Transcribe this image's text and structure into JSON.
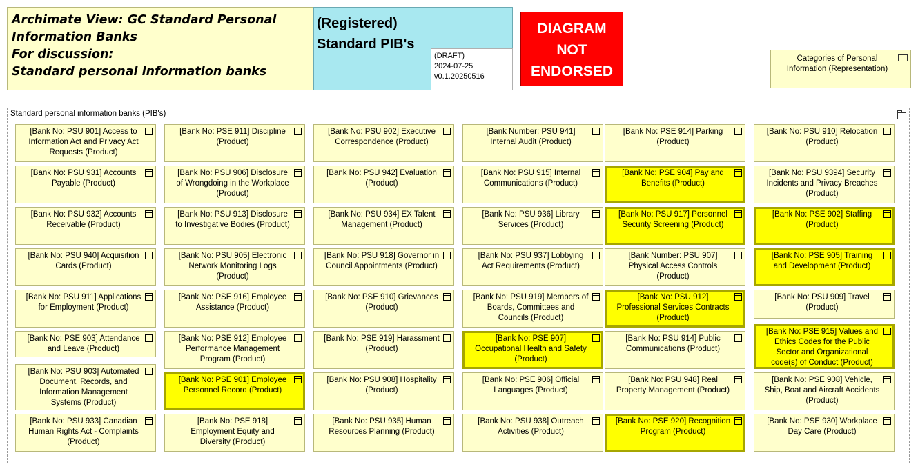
{
  "header": {
    "title_lines": [
      "Archimate View: GC Standard Personal",
      "Information Banks",
      "For discussion:",
      "Standard personal information banks"
    ],
    "registered_lines": [
      "(Registered)",
      "Standard PIB's"
    ],
    "draft_lines": [
      "(DRAFT)",
      "2024-07-25",
      "v0.1.20250516"
    ],
    "not_endorsed_lines": [
      "DIAGRAM",
      "NOT",
      "ENDORSED"
    ],
    "categories_label": "Categories of Personal Information (Representation)"
  },
  "group": {
    "label": "Standard personal information banks (PIB's)"
  },
  "columns": [
    [
      {
        "text": "[Bank No: PSU 901] Access to Information Act and Privacy Act Requests (Product)",
        "highlight": false
      },
      {
        "text": "[Bank No: PSU 931] Accounts Payable (Product)",
        "highlight": false
      },
      {
        "text": "[Bank No: PSU 932] Accounts Receivable (Product)",
        "highlight": false
      },
      {
        "text": "[Bank No: PSU 940] Acquisition Cards (Product)",
        "highlight": false
      },
      {
        "text": "[Bank No: PSU 911] Applications for Employment (Product)",
        "highlight": false
      },
      {
        "text": "[Bank No: PSE 903] Attendance and Leave (Product)",
        "highlight": false
      },
      {
        "text": "[Bank No: PSU 903] Automated Document, Records, and Information Management Systems (Product)",
        "highlight": false
      },
      {
        "text": "[Bank No: PSU 933] Canadian Human Rights Act - Complaints (Product)",
        "highlight": false
      }
    ],
    [
      {
        "text": "[Bank No: PSE 911] Discipline (Product)",
        "highlight": false
      },
      {
        "text": "[Bank No: PSU 906] Disclosure of Wrongdoing in the Workplace (Product)",
        "highlight": false
      },
      {
        "text": "[Bank No: PSU 913] Disclosure to Investigative Bodies (Product)",
        "highlight": false
      },
      {
        "text": "[Bank No: PSU 905] Electronic Network Monitoring Logs (Product)",
        "highlight": false
      },
      {
        "text": "[Bank No: PSE 916] Employee Assistance (Product)",
        "highlight": false
      },
      {
        "text": "[Bank No: PSE 912] Employee Performance Management Program (Product)",
        "highlight": false
      },
      {
        "text": "[Bank No: PSE 901] Employee Personnel Record (Product)",
        "highlight": true
      },
      {
        "text": "[Bank No: PSE 918] Employment Equity and Diversity (Product)",
        "highlight": false
      }
    ],
    [
      {
        "text": "[Bank No: PSU 902] Executive Correspondence (Product)",
        "highlight": false
      },
      {
        "text": "[Bank No: PSU 942] Evaluation (Product)",
        "highlight": false
      },
      {
        "text": "[Bank No: PSU 934] EX Talent Management (Product)",
        "highlight": false
      },
      {
        "text": "[Bank No: PSU 918] Governor in Council Appointments (Product)",
        "highlight": false
      },
      {
        "text": "[Bank No: PSE 910] Grievances (Product)",
        "highlight": false
      },
      {
        "text": "[Bank No: PSE 919] Harassment (Product)",
        "highlight": false
      },
      {
        "text": "[Bank No: PSU 908] Hospitality (Product)",
        "highlight": false
      },
      {
        "text": "[Bank No: PSU 935] Human Resources Planning (Product)",
        "highlight": false
      }
    ],
    [
      {
        "text": "[Bank Number: PSU 941] Internal Audit (Product)",
        "highlight": false
      },
      {
        "text": "[Bank No: PSU 915] Internal Communications (Product)",
        "highlight": false
      },
      {
        "text": "[Bank No: PSU 936] Library Services (Product)",
        "highlight": false
      },
      {
        "text": "[Bank No: PSU 937] Lobbying Act Requirements (Product)",
        "highlight": false
      },
      {
        "text": "[Bank No: PSU 919] Members of Boards, Committees and Councils (Product)",
        "highlight": false
      },
      {
        "text": "[Bank No: PSE 907] Occupational Health and Safety (Product)",
        "highlight": true
      },
      {
        "text": "[Bank No: PSE 906] Official Languages (Product)",
        "highlight": false
      },
      {
        "text": "[Bank No: PSU 938] Outreach Activities (Product)",
        "highlight": false
      }
    ],
    [
      {
        "text": "[Bank No: PSE 914] Parking (Product)",
        "highlight": false
      },
      {
        "text": "[Bank No: PSE 904] Pay and Benefits (Product)",
        "highlight": true
      },
      {
        "text": "[Bank No: PSU 917] Personnel Security Screening (Product)",
        "highlight": true
      },
      {
        "text": "[Bank Number: PSU 907] Physical Access Controls (Product)",
        "highlight": false
      },
      {
        "text": "[Bank No: PSU 912] Professional Services Contracts (Product)",
        "highlight": true
      },
      {
        "text": "[Bank No: PSU 914] Public Communications (Product)",
        "highlight": false
      },
      {
        "text": "[Bank No: PSU 948] Real Property Management (Product)",
        "highlight": false
      },
      {
        "text": "[Bank No: PSE 920] Recognition Program (Product)",
        "highlight": true
      }
    ],
    [
      {
        "text": "[Bank No: PSU 910] Relocation (Product)",
        "highlight": false
      },
      {
        "text": "[Bank No: PSU 9394] Security Incidents and Privacy Breaches (Product)",
        "highlight": false
      },
      {
        "text": "[Bank No: PSE 902] Staffing (Product)",
        "highlight": true
      },
      {
        "text": "[Bank No: PSE 905] Training and Development (Product)",
        "highlight": true
      },
      {
        "text": "[Bank No: PSU 909] Travel (Product)",
        "highlight": false
      },
      {
        "text": "[Bank No: PSE 915] Values and Ethics Codes for the Public Sector and Organizational code(s) of Conduct (Product)",
        "highlight": true
      },
      {
        "text": "[Bank No: PSE 908] Vehicle, Ship, Boat and Aircraft Accidents (Product)",
        "highlight": false
      },
      {
        "text": "[Bank No: PSE 930] Workplace Day Care (Product)",
        "highlight": false
      }
    ]
  ]
}
